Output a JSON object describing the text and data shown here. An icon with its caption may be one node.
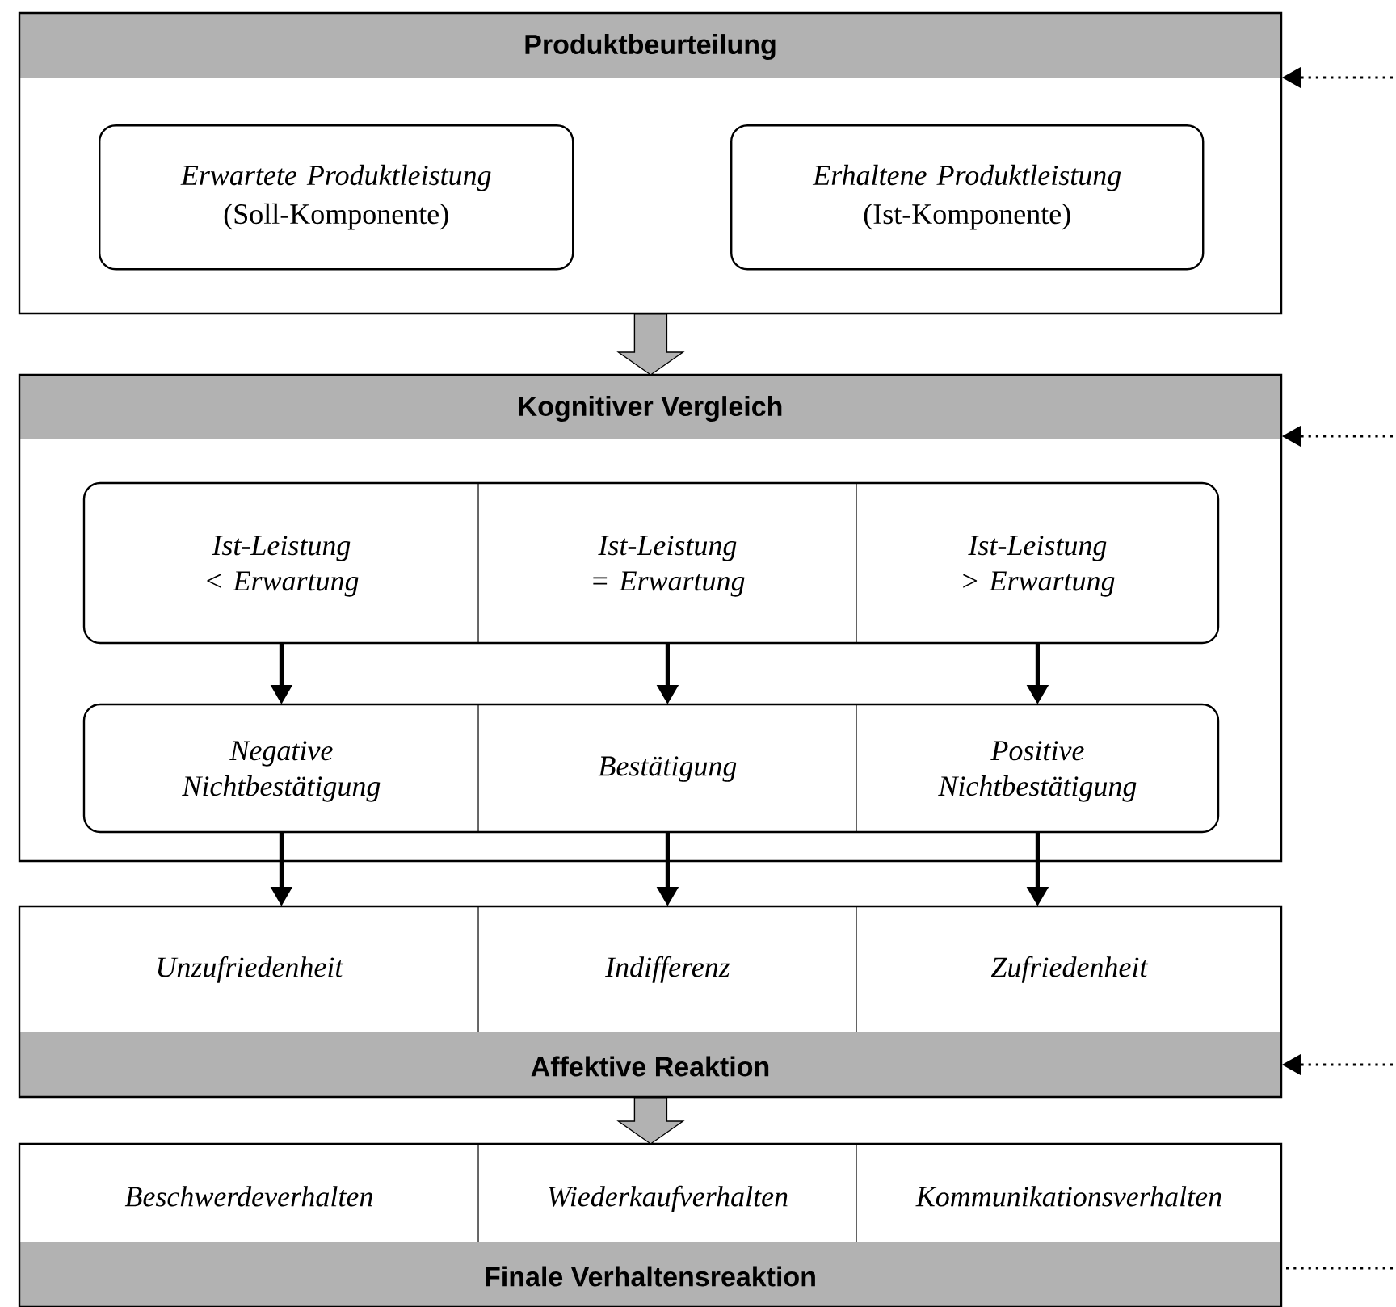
{
  "diagram": {
    "nodes": [
      {
        "text": [
          "Produktbeurteilung"
        ]
      },
      {
        "text": [
          "Erwartete Produktleistung",
          "(Soll-Komponente)"
        ],
        "in": 0
      },
      {
        "text": [
          "Erhaltene Produktleistung",
          "(Ist-Komponente)"
        ],
        "in": 0
      },
      {
        "text": [
          "Kognitiver Vergleich"
        ]
      },
      {
        "text": [
          "Ist-Leistung < Erwartung"
        ],
        "in": 3
      },
      {
        "text": [
          "Ist-Leistung = Erwartung"
        ],
        "in": 3
      },
      {
        "text": [
          "Ist-Leistung > Erwartung"
        ],
        "in": 3
      },
      {
        "text": [
          "Negative Nichtbestätigung"
        ],
        "in": 3
      },
      {
        "text": [
          "Bestätigung"
        ],
        "in": 3
      },
      {
        "text": [
          "Positive Nichtbestätigung"
        ],
        "in": 3
      },
      {
        "text": [
          "Affektive Reaktion"
        ]
      },
      {
        "text": [
          "Unzufriedenheit"
        ],
        "in": 10
      },
      {
        "text": [
          "Indifferenz"
        ],
        "in": 10
      },
      {
        "text": [
          "Zufriedenheit"
        ],
        "in": 10
      },
      {
        "text": [
          "Finale Verhaltensreaktion"
        ]
      },
      {
        "text": [
          "Beschwerdeverhalten"
        ],
        "in": 14
      },
      {
        "text": [
          "Wiederkaufverhalten"
        ],
        "in": 14
      },
      {
        "text": [
          "Kommunikationsverhalten"
        ],
        "in": 14
      }
    ],
    "edges": [
      {
        "from": 0,
        "to": 3,
        "arrow": "to",
        "style": "thick"
      },
      {
        "from": 4,
        "to": 7,
        "arrow": "to"
      },
      {
        "from": 5,
        "to": 8,
        "arrow": "to"
      },
      {
        "from": 6,
        "to": 9,
        "arrow": "to"
      },
      {
        "from": 7,
        "to": 11,
        "arrow": "to"
      },
      {
        "from": 8,
        "to": 12,
        "arrow": "to"
      },
      {
        "from": 9,
        "to": 13,
        "arrow": "to"
      },
      {
        "from": 10,
        "to": 14,
        "arrow": "to",
        "style": "thick"
      },
      {
        "from": null,
        "to": 0,
        "arrow": "to",
        "style": "dashed"
      },
      {
        "from": null,
        "to": 3,
        "arrow": "to",
        "style": "dashed"
      },
      {
        "from": null,
        "to": 10,
        "arrow": "to",
        "style": "dashed"
      },
      {
        "from": null,
        "to": 14,
        "arrow": "none",
        "style": "dashed"
      }
    ]
  }
}
